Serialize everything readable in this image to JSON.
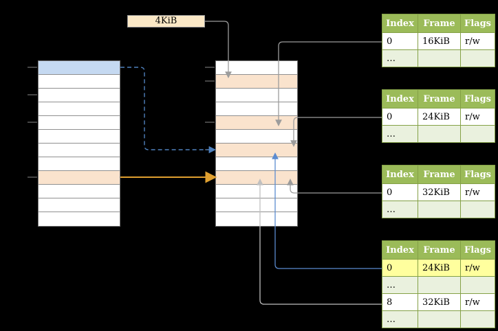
{
  "page_size_label": "4KiB",
  "colors": {
    "page_size_box_bg": "#fbe8c6",
    "blue_cell": "#c5d9f1",
    "peach_cell": "#fae3cd",
    "table_header_bg": "#9bbb59",
    "table_border": "#83a045",
    "row_alt": "#eaf1de",
    "highlight_yellow": "#ffff9e",
    "arrow_gray": "#9c9c9c",
    "arrow_light": "#c0c0c0",
    "arrow_blue": "#5b8bd0",
    "arrow_orange": "#e0a030",
    "dashed_blue": "#4f81bd"
  },
  "virtual_memory": {
    "cells": 12,
    "blue_cell_index": 0,
    "peach_cell_index": 8
  },
  "physical_memory": {
    "cells": 12,
    "peach_cell_indices": [
      1,
      4,
      6,
      8
    ]
  },
  "page_tables": [
    {
      "name": "page-table-16kib",
      "headers": [
        "Index",
        "Frame",
        "Flags"
      ],
      "rows": [
        {
          "cells": [
            "0",
            "16KiB",
            "r/w"
          ],
          "highlight": false
        },
        {
          "cells": [
            "…",
            "",
            ""
          ],
          "highlight": false
        }
      ]
    },
    {
      "name": "page-table-24kib",
      "headers": [
        "Index",
        "Frame",
        "Flags"
      ],
      "rows": [
        {
          "cells": [
            "0",
            "24KiB",
            "r/w"
          ],
          "highlight": false
        },
        {
          "cells": [
            "…",
            "",
            ""
          ],
          "highlight": false
        }
      ]
    },
    {
      "name": "page-table-32kib",
      "headers": [
        "Index",
        "Frame",
        "Flags"
      ],
      "rows": [
        {
          "cells": [
            "0",
            "32KiB",
            "r/w"
          ],
          "highlight": false
        },
        {
          "cells": [
            "…",
            "",
            ""
          ],
          "highlight": false
        }
      ]
    },
    {
      "name": "level2-page-table",
      "headers": [
        "Index",
        "Frame",
        "Flags"
      ],
      "rows": [
        {
          "cells": [
            "0",
            "24KiB",
            "r/w"
          ],
          "highlight": true
        },
        {
          "cells": [
            "…",
            "",
            ""
          ],
          "highlight": false
        },
        {
          "cells": [
            "8",
            "32KiB",
            "r/w"
          ],
          "highlight": false
        },
        {
          "cells": [
            "…",
            "",
            ""
          ],
          "highlight": false
        }
      ]
    }
  ],
  "arrows": [
    {
      "name": "arrow-page-size-to-table-frame",
      "color": "arrow_gray",
      "style": "solid"
    },
    {
      "name": "arrow-table1-entry-to-frame-16kib",
      "color": "arrow_gray",
      "style": "solid"
    },
    {
      "name": "arrow-table2-entry-to-frame-24kib",
      "color": "arrow_gray",
      "style": "solid"
    },
    {
      "name": "arrow-table3-entry-to-frame-32kib",
      "color": "arrow_gray",
      "style": "solid"
    },
    {
      "name": "arrow-level2-entry0-to-frame-24kib",
      "color": "arrow_blue",
      "style": "solid"
    },
    {
      "name": "arrow-level2-entry8-to-frame-32kib",
      "color": "arrow_light",
      "style": "solid"
    },
    {
      "name": "arrow-virtual-page-translation",
      "color": "dashed_blue",
      "style": "dashed"
    },
    {
      "name": "arrow-virtual-orange-page-to-frame",
      "color": "arrow_orange",
      "style": "solid"
    }
  ]
}
